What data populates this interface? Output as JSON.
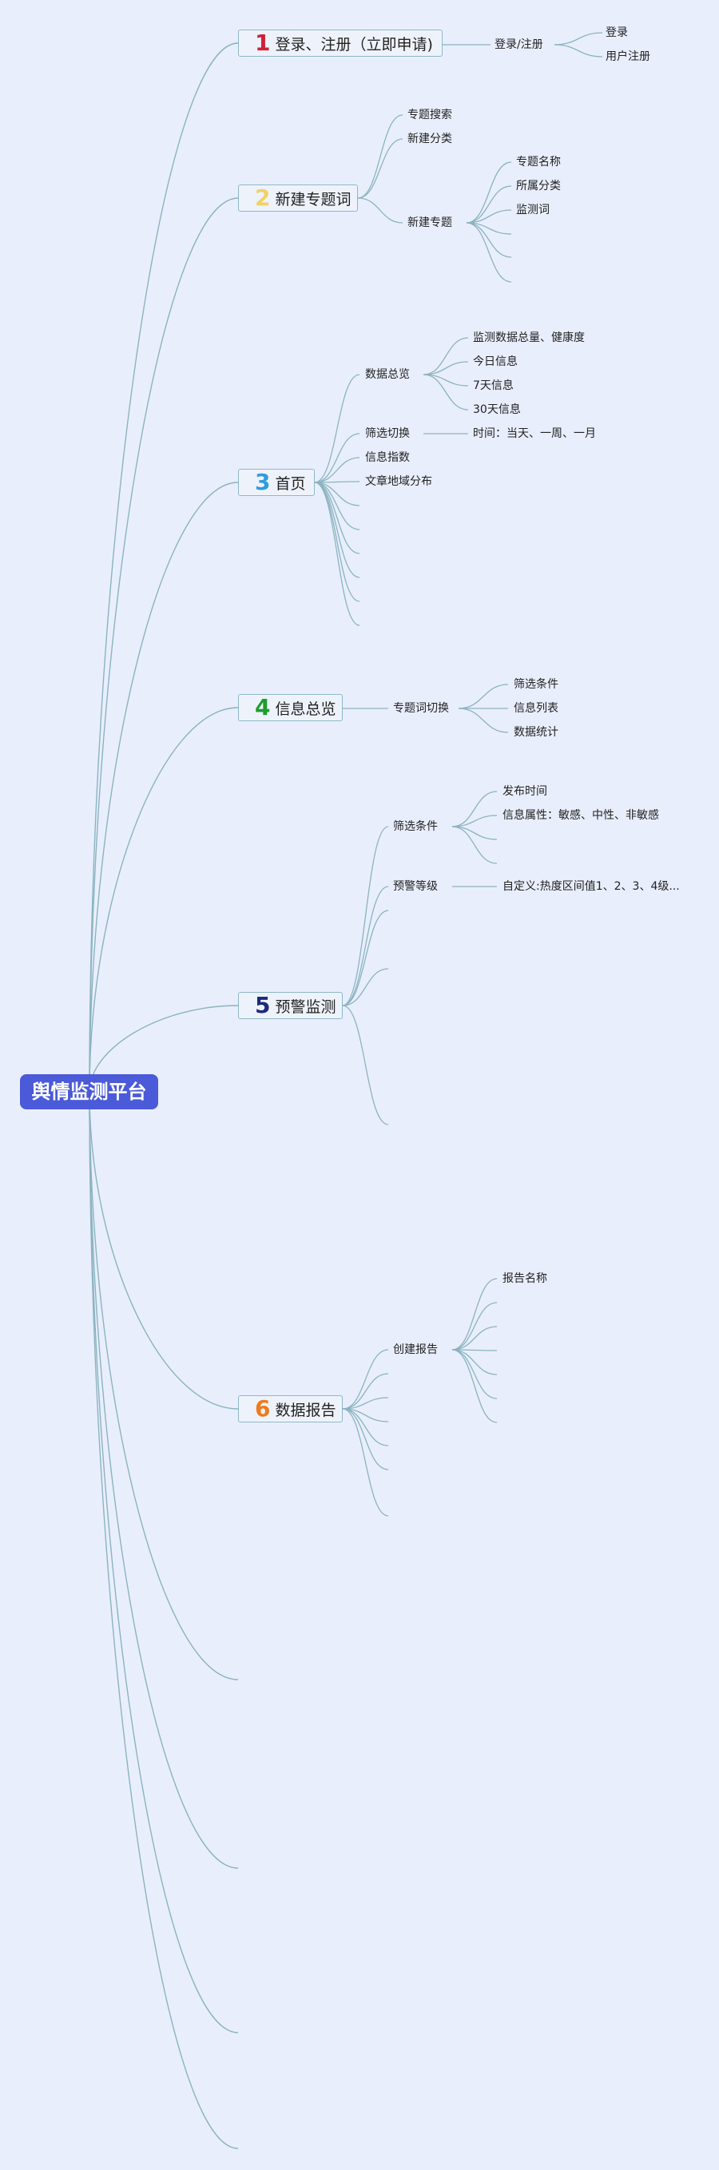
{
  "root": {
    "label": "舆情监测平台"
  },
  "colors": {
    "root": "#4a5ad8",
    "branch_line": "#8ab4bf",
    "topic_border": "#8db8c8"
  },
  "topics": [
    {
      "num": "1",
      "num_color": "#d0203a",
      "label": "登录、注册（立即申请)"
    },
    {
      "num": "2",
      "num_color": "#f1d264",
      "label": "新建专题词"
    },
    {
      "num": "3",
      "num_color": "#2f9cdc",
      "label": "首页"
    },
    {
      "num": "4",
      "num_color": "#1e9d2e",
      "label": "信息总览"
    },
    {
      "num": "5",
      "num_color": "#1c2a78",
      "label": "预警监测"
    },
    {
      "num": "6",
      "num_color": "#ef7a1d",
      "label": "数据报告"
    }
  ],
  "labels": {
    "login_register": "登录/注册",
    "login": "登录",
    "user_register": "用户注册",
    "topic_search": "专题搜索",
    "new_category": "新建分类",
    "new_topic": "新建专题",
    "topic_name": "专题名称",
    "category": "所属分类",
    "monitor_word": "监测词",
    "data_overview": "数据总览",
    "monitor_total": "监测数据总量、健康度",
    "today_info": "今日信息",
    "seven_day": "7天信息",
    "thirty_day": "30天信息",
    "filter_switch": "筛选切换",
    "time_range": "时间：当天、一周、一月",
    "info_index": "信息指数",
    "region_dist": "文章地域分布",
    "topic_switch": "专题词切换",
    "filter_cond": "筛选条件",
    "info_list": "信息列表",
    "data_stats": "数据统计",
    "alert_filter": "筛选条件",
    "pub_time": "发布时间",
    "info_attr": "信息属性：敏感、中性、非敏感",
    "alert_level": "预警等级",
    "custom_level": "自定义:热度区间值1、2、3、4级...",
    "create_report": "创建报告",
    "report_name": "报告名称"
  }
}
